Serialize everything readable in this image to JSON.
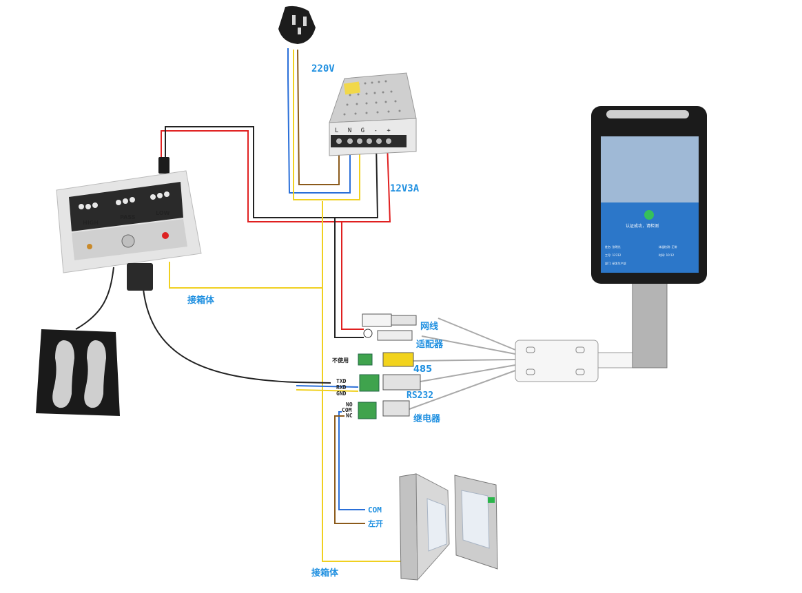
{
  "labels": {
    "voltage_in": "220V",
    "psu_out": "12V3A",
    "psu_terminals": "L N G - +",
    "ground_mid": "接箱体",
    "ground_bottom": "接箱体",
    "network": "网线",
    "adapter": "适配器",
    "rs485": "485",
    "rs232": "RS232",
    "relay": "继电器",
    "unused": "不使用",
    "txd": "TXD",
    "rxd": "RXD",
    "gnd": "GND",
    "no": "NO",
    "com": "COM",
    "nc": "NC",
    "gate_com": "COM",
    "gate_left": "左开"
  },
  "tester_panel": {
    "high": "HIGH",
    "pass": "PASS",
    "low": "LOW"
  },
  "terminal": {
    "success": "认证成功，请检测",
    "name_label": "姓名: 张明光",
    "id_label": "工号: 12312",
    "temp_label": "体温检测: 正常",
    "time_label": "时间: 10:12",
    "dept_label": "部门: 研发生产部"
  },
  "colors": {
    "label_blue": "#1e8fe0",
    "wire_red": "#e02020",
    "wire_black": "#222222",
    "wire_yellow": "#f0d020",
    "wire_blue": "#2a6fd8",
    "wire_brown": "#8b5a1b",
    "wire_gray": "#a9a9a9"
  }
}
